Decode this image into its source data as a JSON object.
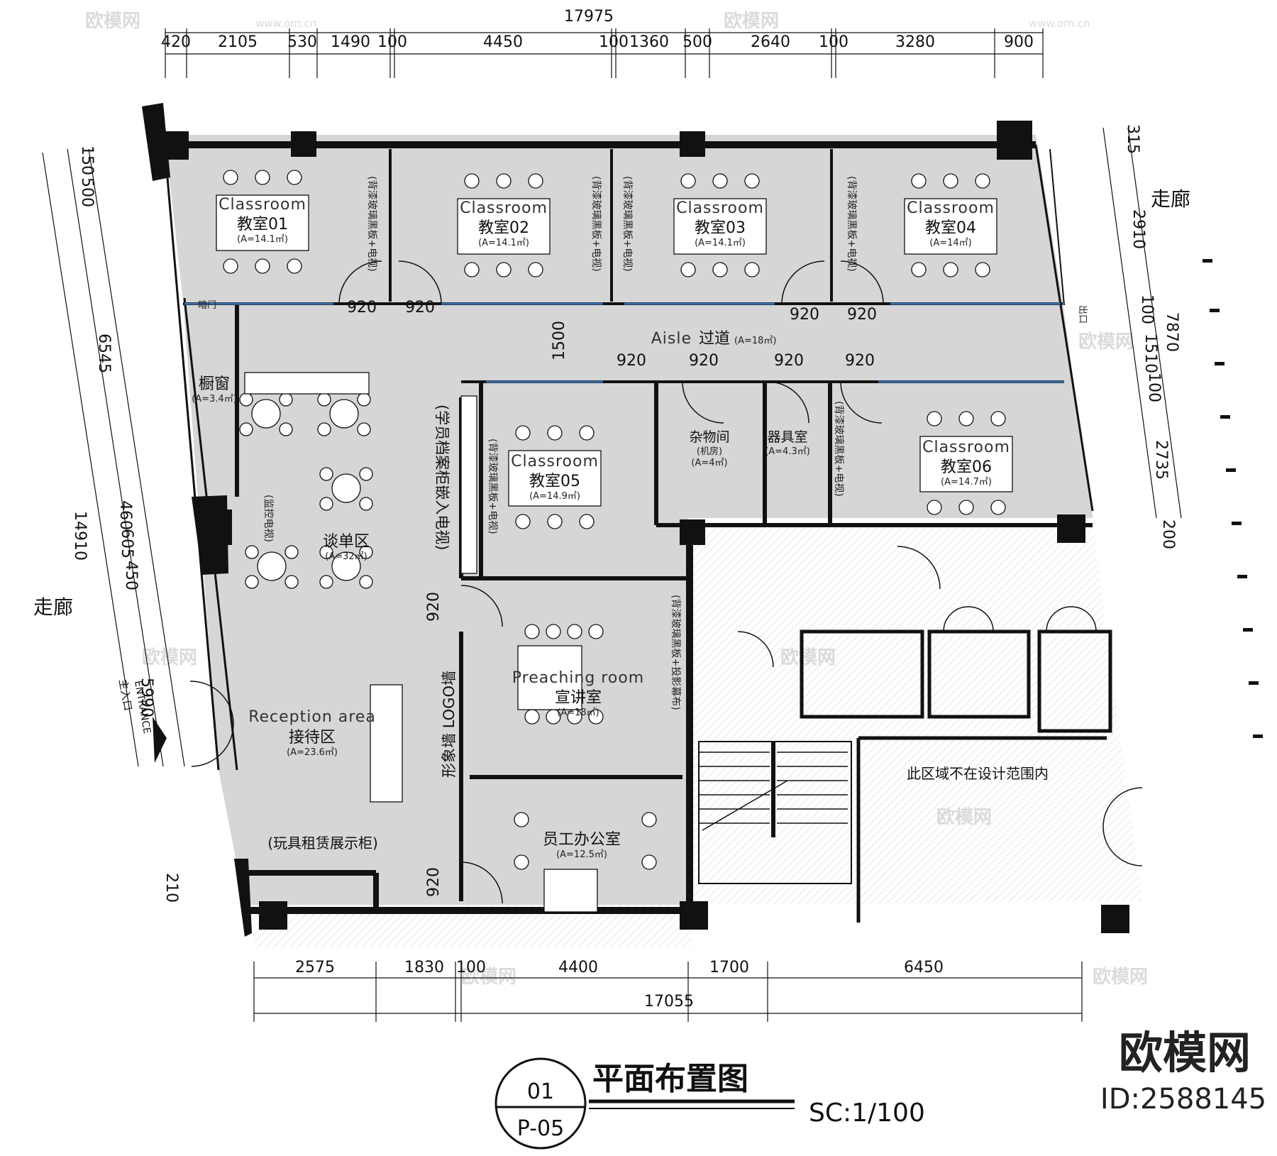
{
  "drawing": {
    "title": "平面布置图",
    "number": "01",
    "sheet": "P-05",
    "scale": "SC:1/100"
  },
  "dimensions": {
    "top_total": "17975",
    "top": [
      "420",
      "2105",
      "530",
      "1490",
      "100",
      "4450",
      "100",
      "1360",
      "500",
      "2640",
      "100",
      "3280",
      "900"
    ],
    "bottom": [
      "2575",
      "1830",
      "100",
      "4400",
      "1700",
      "6450"
    ],
    "bottom_total": "17055",
    "left": [
      "150",
      "500",
      "6545",
      "14910",
      "460",
      "605",
      "450",
      "5990",
      "210"
    ],
    "right": [
      "315",
      "2910",
      "100",
      "7870",
      "1510",
      "100",
      "2735",
      "200"
    ],
    "doors": [
      "920",
      "920",
      "920",
      "920",
      "920",
      "920",
      "920",
      "920",
      "920",
      "920"
    ],
    "aisle_width": "1500"
  },
  "corridor_labels": {
    "left": "走廊",
    "right": "走廊"
  },
  "entrance": {
    "en": "ENTRANCE",
    "cn": "主入口"
  },
  "rooms": {
    "c01": {
      "en": "Classroom",
      "cn": "教室01",
      "area": "(A=14.1㎡)"
    },
    "c02": {
      "en": "Classroom",
      "cn": "教室02",
      "area": "(A=14.1㎡)"
    },
    "c03": {
      "en": "Classroom",
      "cn": "教室03",
      "area": "(A=14.1㎡)"
    },
    "c04": {
      "en": "Classroom",
      "cn": "教室04",
      "area": "(A=14㎡)"
    },
    "c05": {
      "en": "Classroom",
      "cn": "教室05",
      "area": "(A=14.9㎡)"
    },
    "c06": {
      "en": "Classroom",
      "cn": "教室06",
      "area": "(A=14.7㎡)"
    },
    "aisle": {
      "en": "Aisle",
      "cn": "过道",
      "area": "(A=18㎡)"
    },
    "window": {
      "cn": "橱窗",
      "area": "(A=3.4㎡)"
    },
    "talk": {
      "cn": "谈单区",
      "area": "(A=32㎡)"
    },
    "reception": {
      "en": "Reception  area",
      "cn": "接待区",
      "area": "(A=23.6㎡)"
    },
    "storage": {
      "cn": "杂物间",
      "note": "(机房)",
      "area": "(A=4㎡)"
    },
    "equip": {
      "cn": "器具室",
      "area": "(A=4.3㎡)"
    },
    "preach": {
      "en": "Preaching  room",
      "cn": "宣讲室",
      "area": "(A=18㎡)"
    },
    "office": {
      "cn": "员工办公室",
      "area": "(A=12.5㎡)"
    }
  },
  "notes": {
    "glass_board": "(背漆玻璃黑板+电视)",
    "preach_board": "(背漆玻璃黑板+投影幕布)",
    "cabinet": "(学员档案柜嵌入电视)",
    "monitor": "(监控电视)",
    "logo_wall": "形象墙 LOGO墙",
    "toy_cabinet": "(玩具租赁展示柜)",
    "hidden_door": "暗门",
    "exit": "出口",
    "out_of_scope": "此区域不在设计范围内"
  },
  "watermark": {
    "brand": "欧模网",
    "site": "www.om.cn",
    "id": "ID:2588145"
  }
}
